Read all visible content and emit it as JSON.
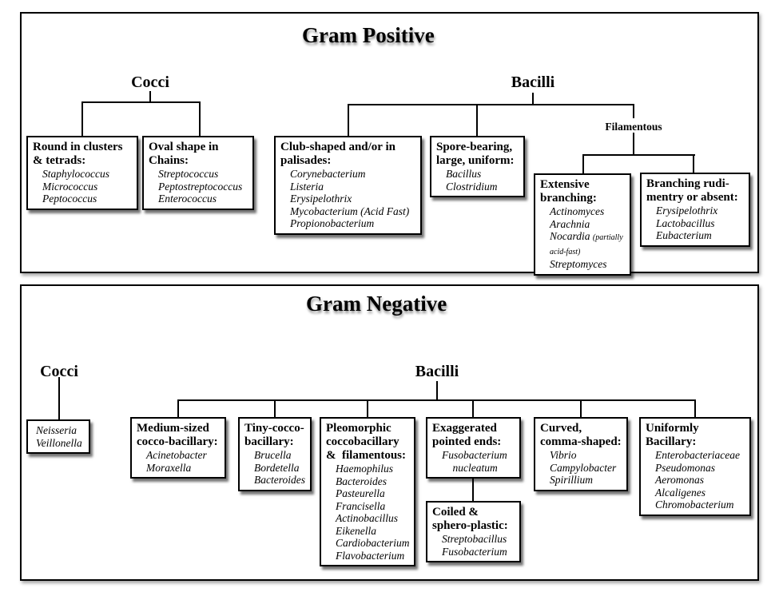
{
  "colors": {
    "line": "#000000",
    "box_border": "#000000",
    "background": "#ffffff",
    "text": "#000000"
  },
  "panels": [
    {
      "title": "Gram Positive",
      "nodes": {
        "cocci": "Cocci",
        "bacilli": "Bacilli",
        "filamentous": "Filamentous"
      },
      "boxes": {
        "round_clusters": {
          "heading": "Round in clusters\n& tetrads:",
          "items": [
            "Staphylococcus",
            "Micrococcus",
            "Peptococcus"
          ]
        },
        "oval_chains": {
          "heading": "Oval shape in\nChains:",
          "items": [
            "Streptococcus",
            "Peptostreptococcus",
            "Enterococcus"
          ]
        },
        "club_shaped": {
          "heading": "Club-shaped and/or in\npalisades:",
          "items": [
            "Corynebacterium",
            "Listeria",
            "Erysipelothrix",
            "Mycobacterium (Acid Fast)",
            "Propionobacterium"
          ]
        },
        "spore_bearing": {
          "heading": "Spore-bearing,\nlarge, uniform:",
          "items": [
            "Bacillus",
            "Clostridium"
          ]
        },
        "extensive": {
          "heading": "Extensive\nbranching:",
          "items": [
            "Actinomyces",
            "Arachnia"
          ],
          "nocardia_name": "Nocardia",
          "nocardia_note": "(partially acid-fast)",
          "last_item": "Streptomyces"
        },
        "branching_rud": {
          "heading": "Branching rudi-\nmentry or absent:",
          "items": [
            "Erysipelothrix",
            "Lactobacillus",
            "Eubacterium"
          ]
        }
      }
    },
    {
      "title": "Gram Negative",
      "nodes": {
        "cocci": "Cocci",
        "bacilli": "Bacilli"
      },
      "boxes": {
        "cocci_box": {
          "items": [
            "Neisseria",
            "Veillonella"
          ]
        },
        "medium": {
          "heading": "Medium-sized\ncocco-bacillary:",
          "items": [
            "Acinetobacter",
            "Moraxella"
          ]
        },
        "tiny": {
          "heading": "Tiny-cocco-\nbacillary:",
          "items": [
            "Brucella",
            "Bordetella",
            "Bacteroides"
          ]
        },
        "pleomorphic": {
          "heading": "Pleomorphic\ncoccobacillary\n&  filamentous:",
          "items": [
            "Haemophilus",
            "Bacteroides",
            "Pasteurella",
            "Francisella",
            "Actinobacillus",
            "Eikenella",
            "Cardiobacterium",
            "Flavobacterium"
          ]
        },
        "exaggerated": {
          "heading": "Exaggerated\npointed ends:",
          "items": [
            "Fusobacterium\n    nucleatum"
          ]
        },
        "coiled": {
          "heading": "Coiled &\nsphero-plastic:",
          "items": [
            "Streptobacillus",
            "Fusobacterium"
          ]
        },
        "curved": {
          "heading": "Curved,\ncomma-shaped:",
          "items": [
            "Vibrio",
            "Campylobacter",
            "Spirillium"
          ]
        },
        "uniformly": {
          "heading": "Uniformly\nBacillary:",
          "items": [
            "Enterobacteriaceae",
            "Pseudomonas",
            "Aeromonas",
            "Alcaligenes",
            "Chromobacterium"
          ]
        }
      }
    }
  ]
}
